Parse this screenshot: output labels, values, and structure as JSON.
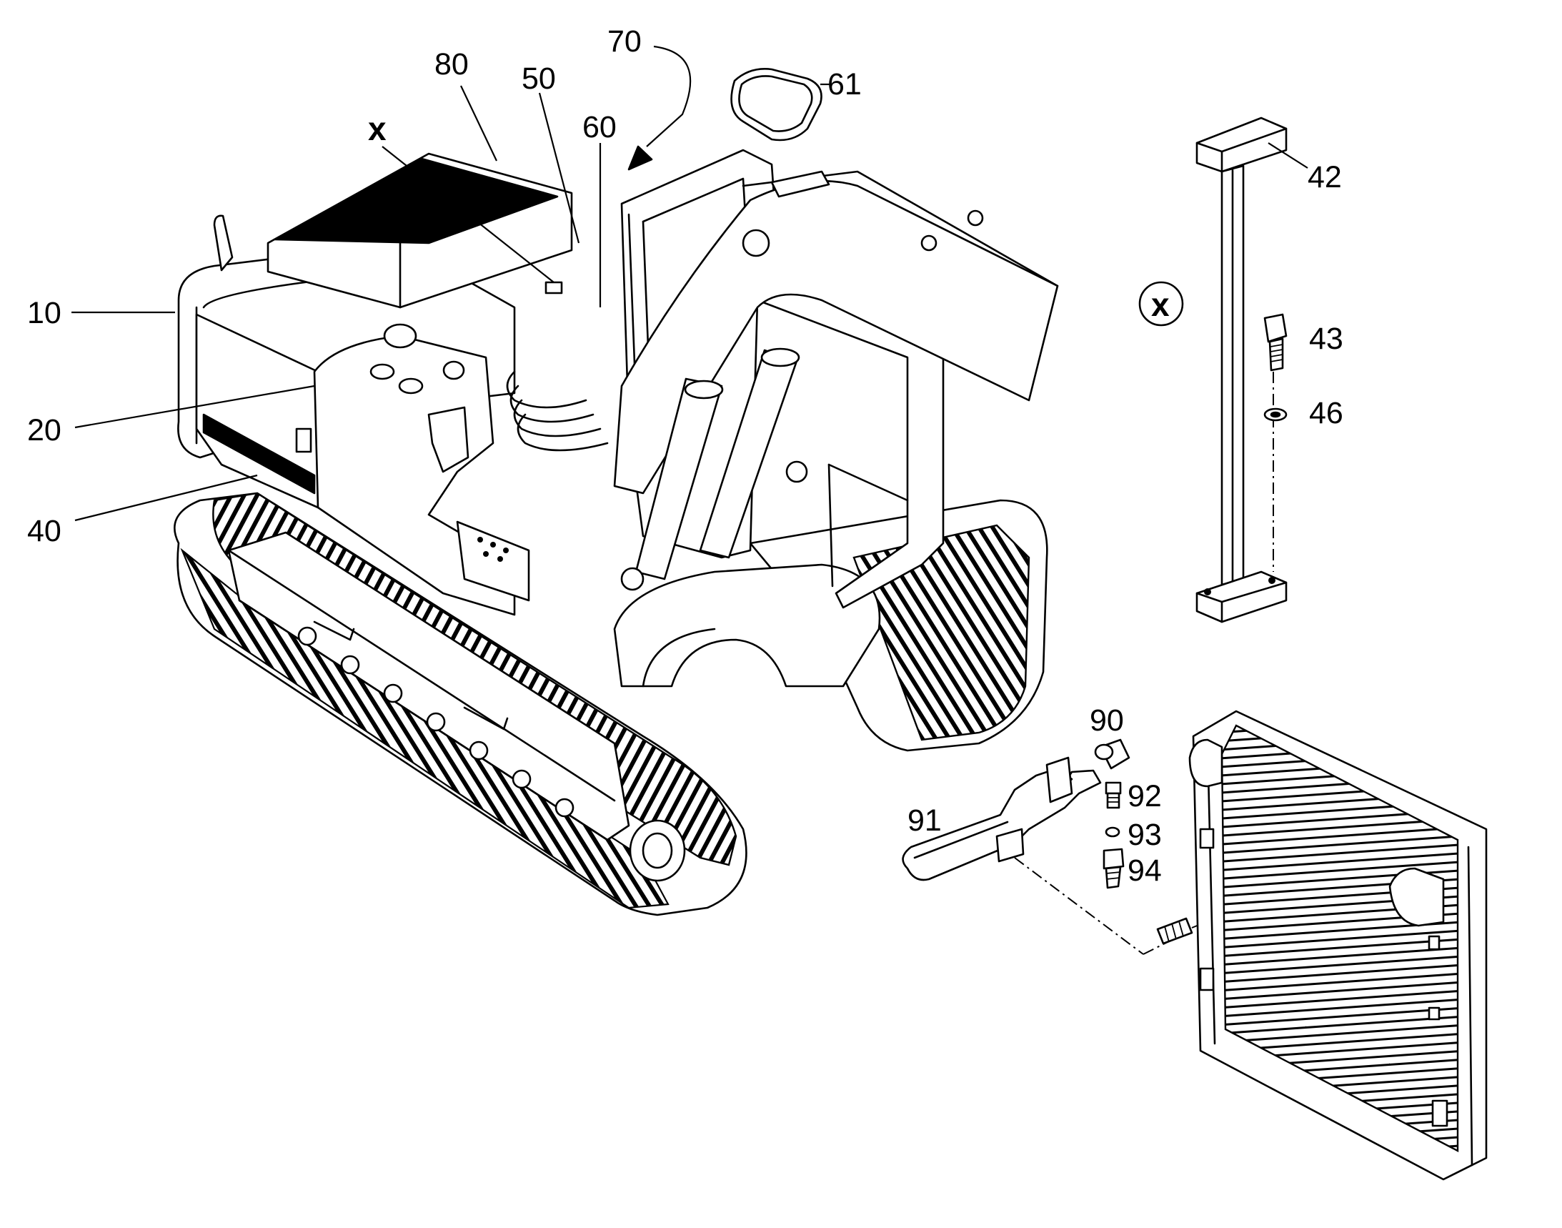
{
  "callouts": {
    "c10": "10",
    "c20": "20",
    "c40": "40",
    "cx": "x",
    "c80": "80",
    "c50": "50",
    "c60": "60",
    "c70": "70",
    "c61": "61",
    "c42": "42",
    "cxcircle": "x",
    "c43": "43",
    "c46": "46",
    "c90": "90",
    "c91": "91",
    "c92": "92",
    "c93": "93",
    "c94": "94"
  },
  "icons": {
    "track-texture": "track-tread-pattern",
    "radiator-fins": "radiator-fin-pattern"
  }
}
